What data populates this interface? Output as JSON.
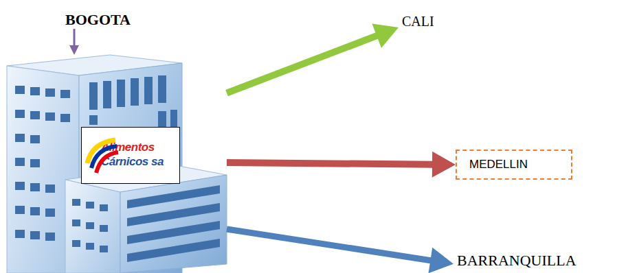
{
  "diagram": {
    "nodes": [
      {
        "text": [
          "BOGOTA"
        ]
      },
      {
        "text": [
          "CALI"
        ]
      },
      {
        "text": [
          "Alimentos Cárnicos sa"
        ],
        "in": 0
      },
      {
        "text": [
          "MEDELLIN"
        ]
      },
      {
        "text": [
          "BARRANQUILLA"
        ]
      }
    ],
    "edges": [
      {
        "from": 0,
        "to": 1,
        "arrow": "to"
      },
      {
        "from": 0,
        "to": 3,
        "arrow": "to"
      },
      {
        "from": 0,
        "to": 4,
        "arrow": "to"
      }
    ]
  }
}
